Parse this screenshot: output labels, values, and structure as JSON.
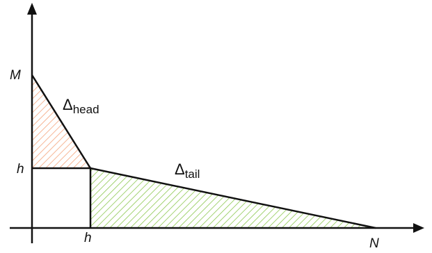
{
  "axes": {
    "y_max_label": "M",
    "y_mid_label": "h",
    "x_mid_label": "h",
    "x_max_label": "N"
  },
  "regions": {
    "head": {
      "symbol": "Δ",
      "subscript": "head",
      "fill_color": "#f4a47c"
    },
    "tail": {
      "symbol": "Δ",
      "subscript": "tail",
      "fill_color": "#8cc850"
    }
  },
  "colors": {
    "line": "#111111",
    "background": "#ffffff"
  }
}
